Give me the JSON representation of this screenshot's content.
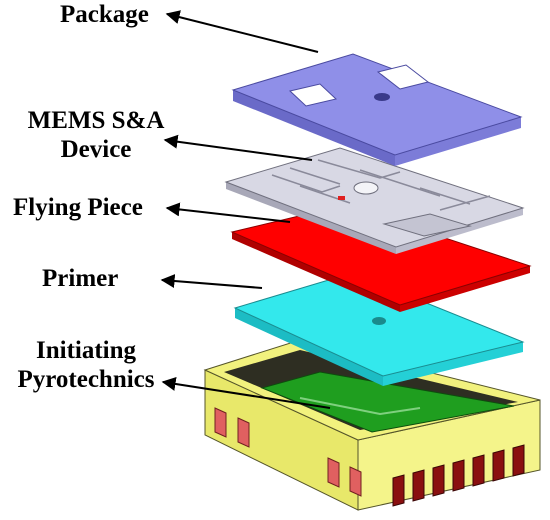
{
  "labels": {
    "package": "Package",
    "mems_line1": "MEMS S&A",
    "mems_line2": "Device",
    "flying_piece": "Flying Piece",
    "primer": "Primer",
    "initiating_line1": "Initiating",
    "initiating_line2": "Pyrotechnics"
  },
  "colors": {
    "package_layer": "#8f8fe8",
    "mems_layer": "#d8d8e4",
    "flying_piece_layer": "#ff0000",
    "primer_layer": "#33e8ec",
    "pyro_housing": "#f4f48a",
    "pyro_board": "#1f9e1f",
    "pyro_pads": "#e06060",
    "pyro_pins": "#8a1010",
    "arrow": "#000000"
  }
}
